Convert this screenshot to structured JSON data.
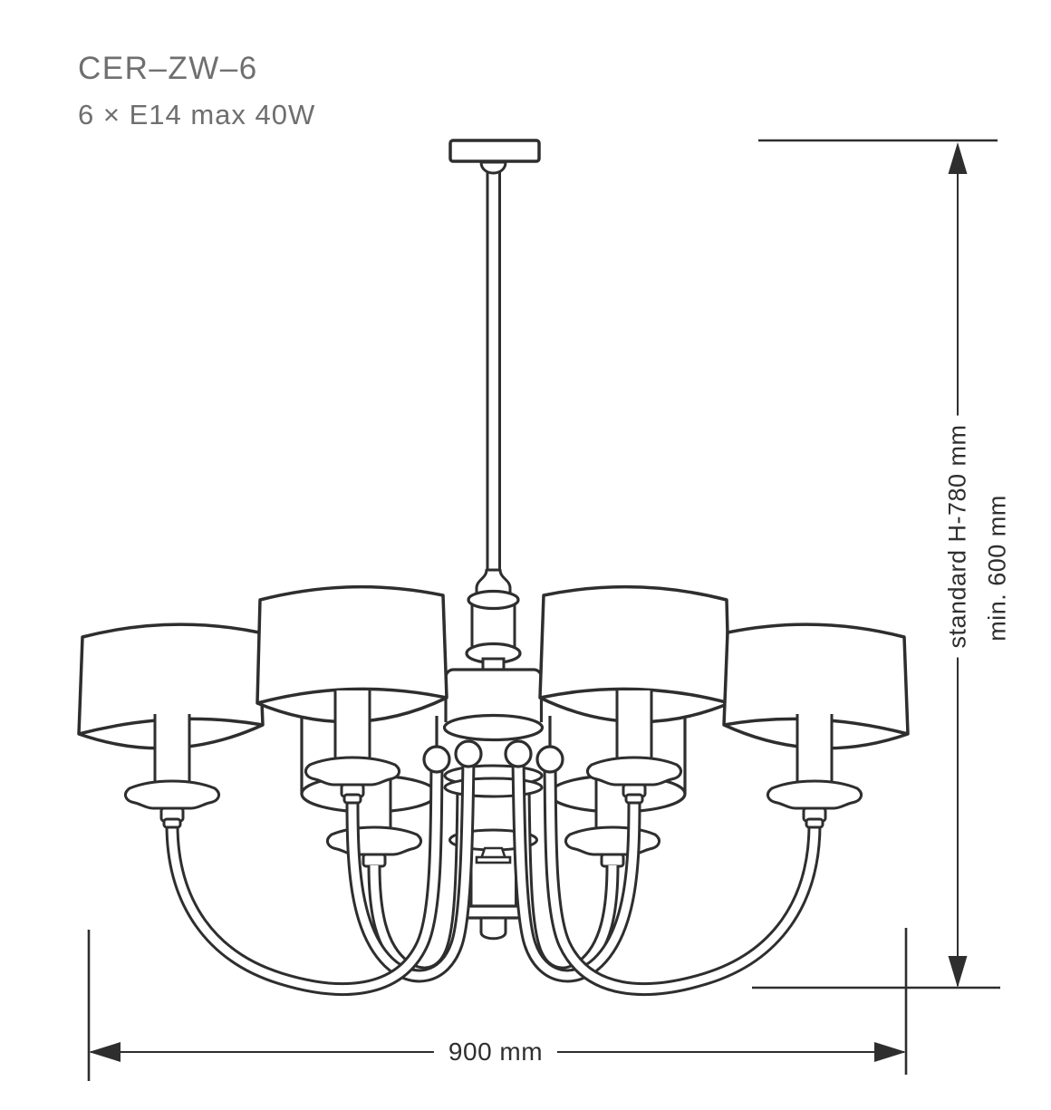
{
  "product": {
    "code": "CER–ZW–6",
    "spec": "6 × E14 max 40W"
  },
  "dimensions": {
    "height_standard": "standard H-780 mm",
    "height_min": "min. 600 mm",
    "width": "900 mm"
  },
  "diagram": {
    "type": "chandelier technical line drawing",
    "lamp_count": 6,
    "socket": "E14",
    "max_wattage_per_socket": "40W"
  },
  "colors": {
    "line": "#2e2e2e",
    "title_text": "#6f6f6f",
    "dimension_text": "#2f2f2f",
    "background": "#ffffff"
  }
}
